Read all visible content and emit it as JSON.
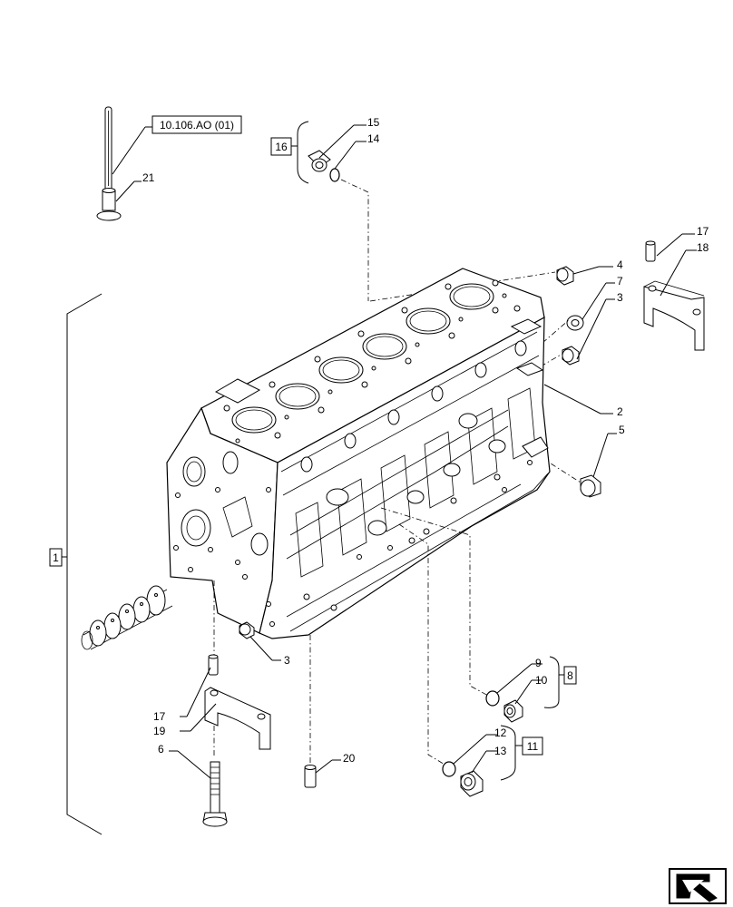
{
  "diagram": {
    "reference_box": "10.106.AO (01)",
    "group_boxes": [
      "16",
      "1",
      "8",
      "11"
    ],
    "callouts": [
      "15",
      "14",
      "21",
      "17",
      "18",
      "4",
      "7",
      "3",
      "2",
      "5",
      "3",
      "9",
      "10",
      "12",
      "13",
      "17",
      "19",
      "6",
      "20"
    ],
    "nav_icon": "next-page-arrow-icon"
  }
}
